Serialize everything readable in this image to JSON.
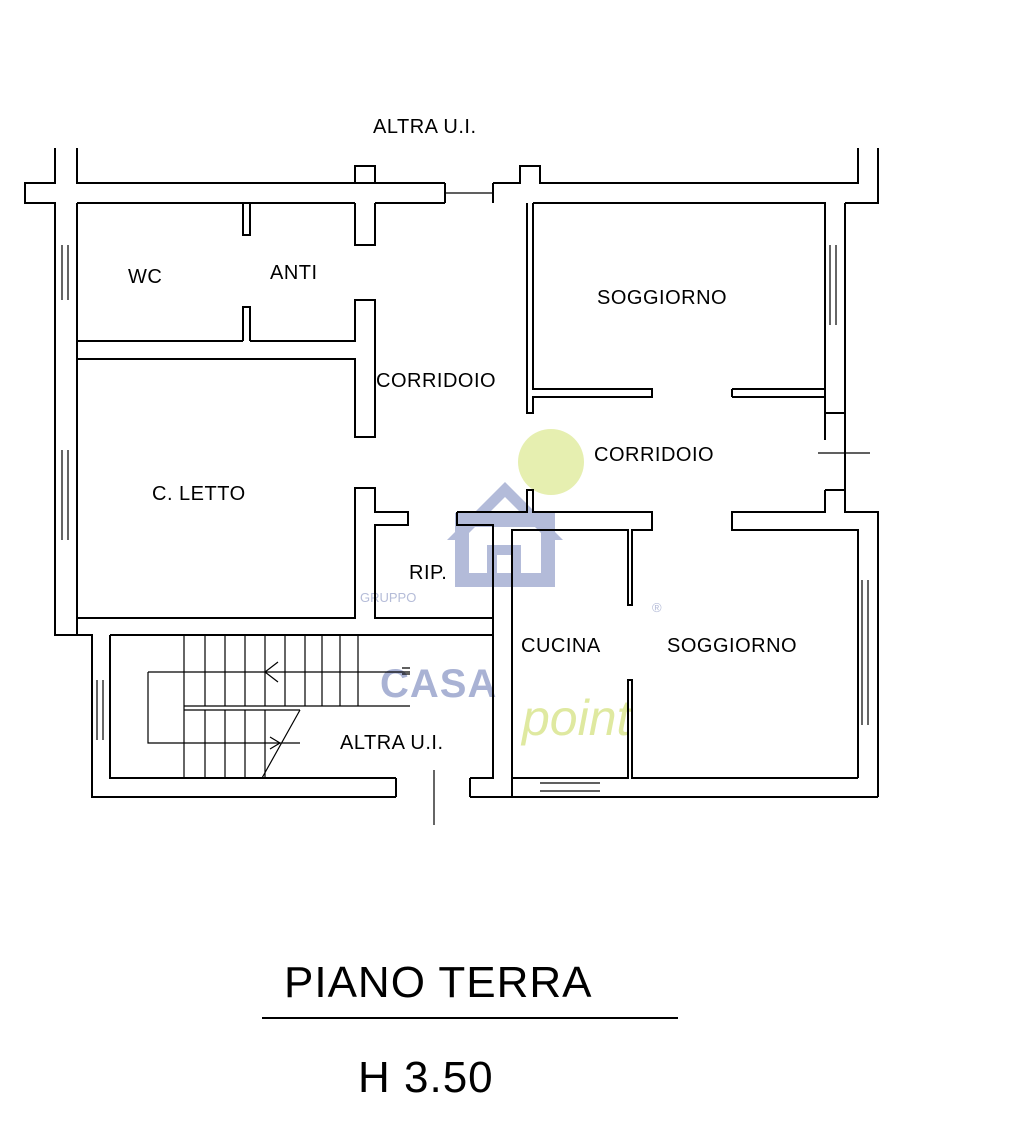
{
  "plan": {
    "labels": {
      "altra_top": "ALTRA U.I.",
      "wc": "WC",
      "anti": "ANTI",
      "corridoio_1": "CORRIDOIO",
      "soggiorno_1": "SOGGIORNO",
      "corridoio_2": "CORRIDOIO",
      "letto": "C. LETTO",
      "rip": "RIP.",
      "cucina": "CUCINA",
      "soggiorno_2": "SOGGIORNO",
      "altra_bottom": "ALTRA U.I."
    },
    "floor_title": "PIANO TERRA",
    "height_label": "H 3.50"
  },
  "watermark": {
    "top_text": "GRUPPO",
    "brand": "CASA",
    "sub": "point",
    "registered": "®",
    "colors": {
      "blue": "#8e9ac2",
      "green": "#e3eda8"
    }
  }
}
